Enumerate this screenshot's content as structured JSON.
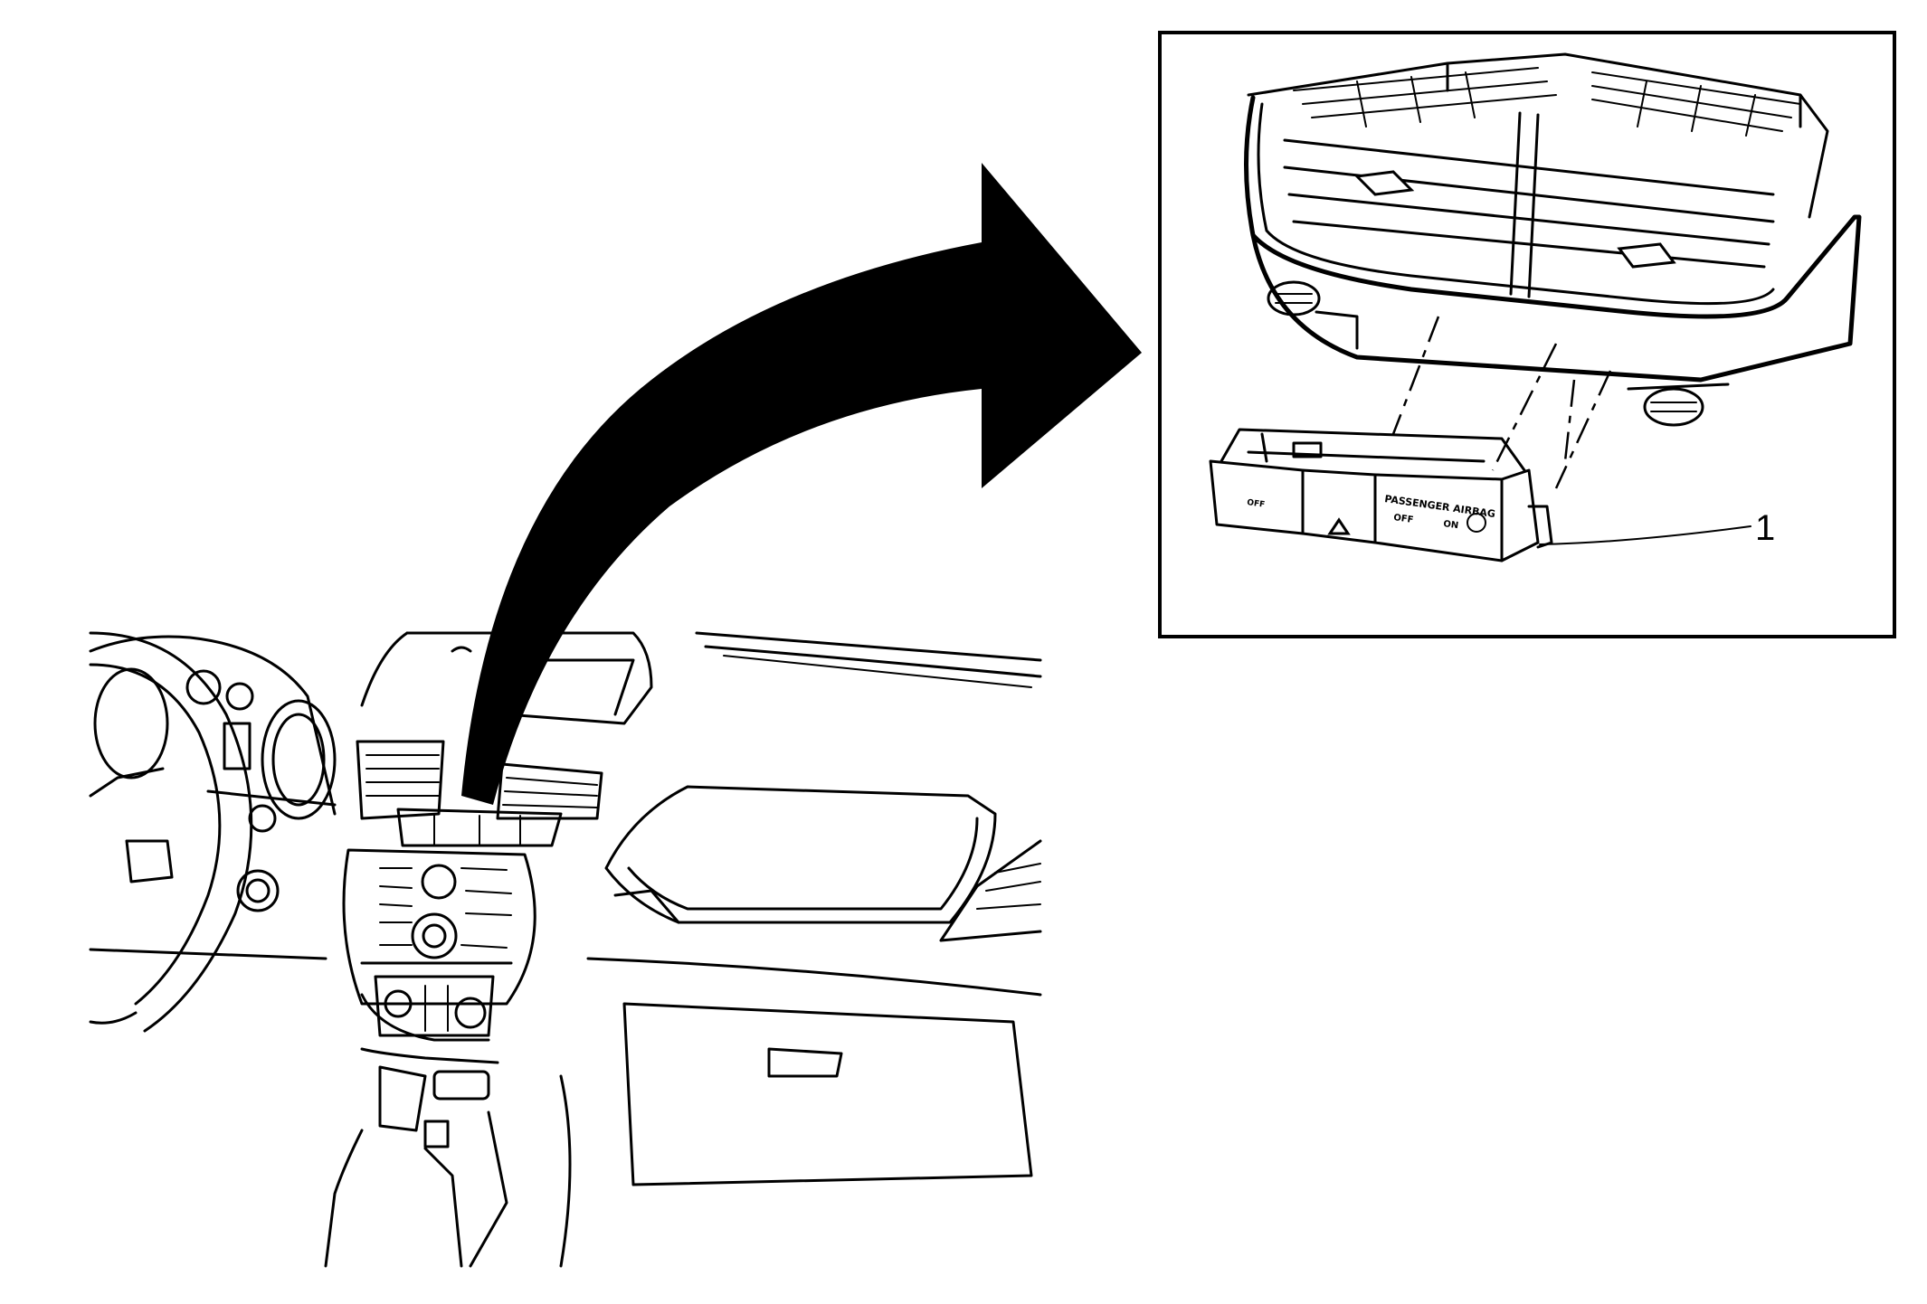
{
  "callouts": [
    {
      "number": "1"
    }
  ],
  "switch_labels": {
    "airbag_title": "PASSENGER AIRBAG",
    "airbag_off": "OFF",
    "airbag_on": "ON",
    "lock_off": "OFF"
  },
  "colors": {
    "line": "#000000",
    "background": "#ffffff"
  }
}
